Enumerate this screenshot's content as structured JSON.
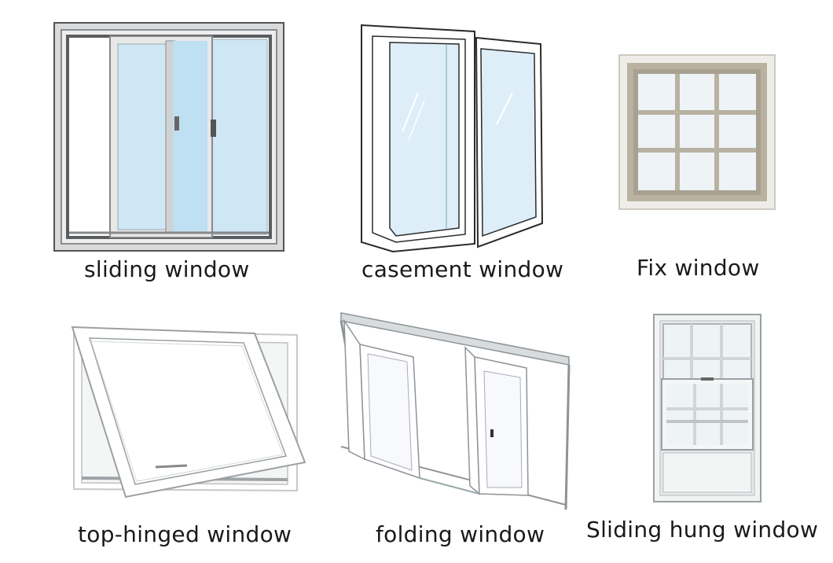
{
  "items": [
    {
      "caption": "sliding window",
      "icon": "sliding-window-icon"
    },
    {
      "caption": "casement window",
      "icon": "casement-window-icon"
    },
    {
      "caption": "Fix window",
      "icon": "fix-window-icon"
    },
    {
      "caption": "top-hinged window",
      "icon": "top-hinged-window-icon"
    },
    {
      "caption": "folding window",
      "icon": "folding-window-icon"
    },
    {
      "caption": "Sliding hung window",
      "icon": "sliding-hung-window-icon"
    }
  ],
  "colors": {
    "frame_white": "#f2f2f2",
    "frame_gray": "#8a8d90",
    "glass": "#cfe6f5",
    "glass_light": "#e3f1fa",
    "fix_frame": "#b9b2a1",
    "outline": "#2b2b2b"
  }
}
